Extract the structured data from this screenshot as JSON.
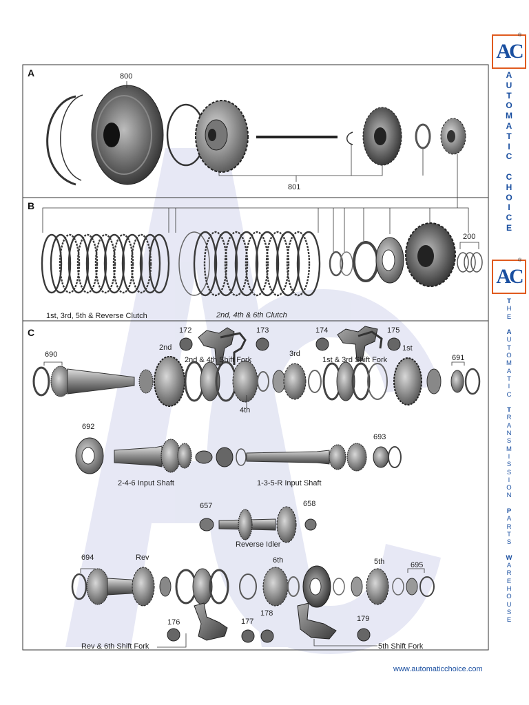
{
  "sections": {
    "a": "A",
    "b": "B",
    "c": "C"
  },
  "callouts": {
    "n800": "800",
    "n801": "801",
    "n200": "200",
    "n172": "172",
    "n173": "173",
    "n174": "174",
    "n175": "175",
    "n690": "690",
    "n691": "691",
    "n692": "692",
    "n693": "693",
    "n657": "657",
    "n658": "658",
    "n694": "694",
    "n695": "695",
    "n176": "176",
    "n177": "177",
    "n178": "178",
    "n179": "179"
  },
  "labels": {
    "clutch_135r": "1st, 3rd, 5th & Reverse Clutch",
    "clutch_246": "2nd, 4th & 6th Clutch",
    "gear_2nd": "2nd",
    "gear_3rd": "3rd",
    "gear_1st": "1st",
    "gear_4th": "4th",
    "fork_24": "2nd & 4th Shift Fork",
    "fork_13": "1st & 3rd Shift Fork",
    "shaft_246": "2-4-6 Input Shaft",
    "shaft_135r": "1-3-5-R Input Shaft",
    "reverse_idler": "Reverse Idler",
    "gear_rev": "Rev",
    "gear_6th": "6th",
    "gear_5th": "5th",
    "fork_rev6": "Rev & 6th Shift Fork",
    "fork_5th": "5th Shift Fork"
  },
  "brand": {
    "logo_text": "AC",
    "registered": "®",
    "name_letters": [
      "A",
      "U",
      "T",
      "O",
      "M",
      "A",
      "T",
      "I",
      "C",
      "",
      "C",
      "H",
      "O",
      "I",
      "C",
      "E"
    ],
    "tagline_letters": [
      "T",
      "H",
      "E",
      "",
      "A",
      "U",
      "T",
      "O",
      "M",
      "A",
      "T",
      "I",
      "C",
      "",
      "T",
      "R",
      "A",
      "N",
      "S",
      "M",
      "I",
      "S",
      "S",
      "I",
      "O",
      "N",
      "",
      "P",
      "A",
      "R",
      "T",
      "S",
      "",
      "W",
      "A",
      "R",
      "E",
      "H",
      "O",
      "U",
      "S",
      "E"
    ],
    "website": "www.automaticchoice.com"
  },
  "colors": {
    "brand_blue": "#1a4fa0",
    "brand_orange": "#e05a1e",
    "watermark": "#c9cde8",
    "part_dark": "#4a4a4a",
    "part_light": "#9a9a9a"
  }
}
